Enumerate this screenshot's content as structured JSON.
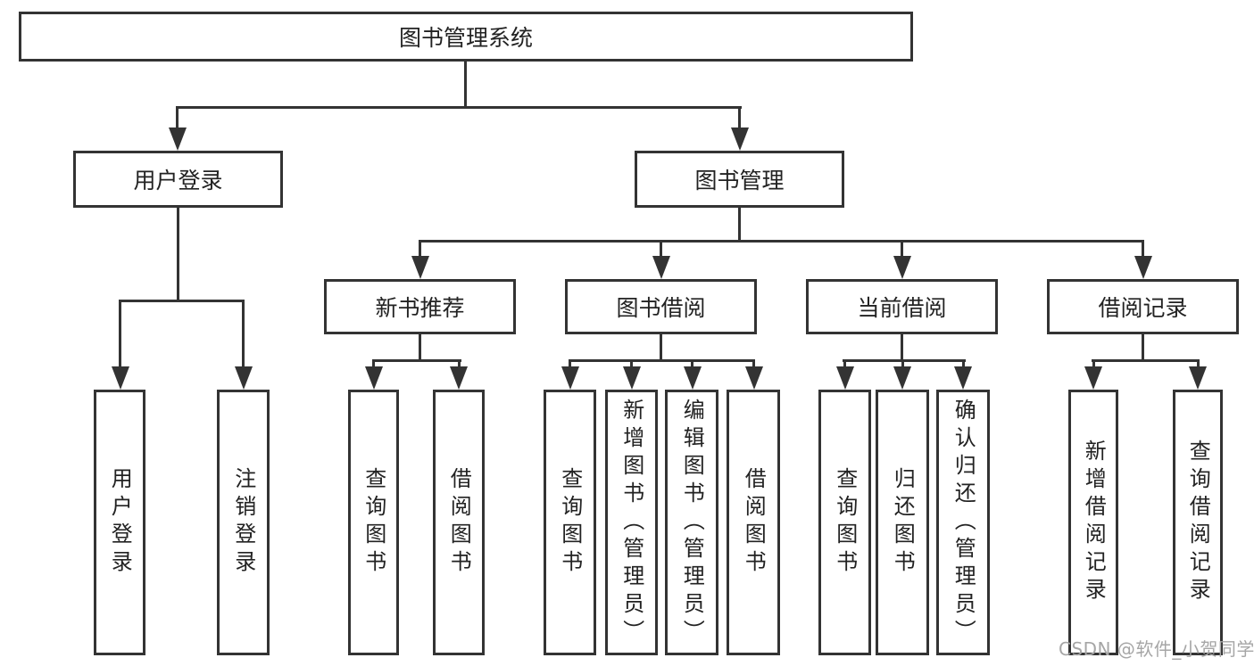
{
  "tree": {
    "root": {
      "label": "图书管理系统"
    },
    "user_login": {
      "label": "用户登录",
      "children": [
        "用户登录",
        "注销登录"
      ]
    },
    "book_mgmt": {
      "label": "图书管理",
      "groups": [
        {
          "label": "新书推荐",
          "children": [
            "查询图书",
            "借阅图书"
          ]
        },
        {
          "label": "图书借阅",
          "children": [
            "查询图书",
            "新增图书（管理员）",
            "编辑图书（管理员）",
            "借阅图书"
          ]
        },
        {
          "label": "当前借阅",
          "children": [
            "查询图书",
            "归还图书",
            "确认归还（管理员）"
          ]
        },
        {
          "label": "借阅记录",
          "children": [
            "新增借阅记录",
            "查询借阅记录"
          ]
        }
      ]
    }
  },
  "watermark": {
    "text": "CSDN @软件_小贺同学"
  },
  "colors": {
    "line": "#333333",
    "text": "#222222",
    "background": "#ffffff",
    "watermark": "#a6a6a6"
  }
}
